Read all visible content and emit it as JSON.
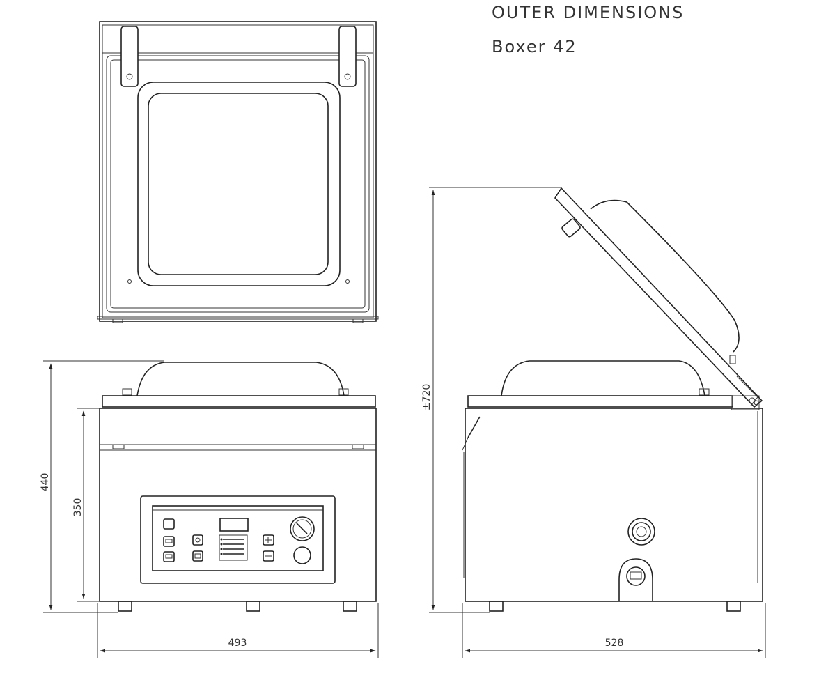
{
  "title": {
    "line1": "OUTER DIMENSIONS",
    "line2": "Boxer 42"
  },
  "dimensions": {
    "front_total_height": "440",
    "front_body_height": "350",
    "front_width": "493",
    "side_open_height": "±720",
    "side_depth": "528"
  }
}
